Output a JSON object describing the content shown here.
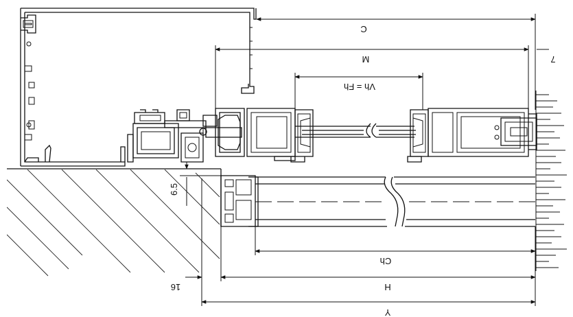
{
  "dimensions": {
    "c": "C",
    "m": "M",
    "vh_fh": "Vh = Fh",
    "seven": "7",
    "six_five": "6.5",
    "ch": "Ch",
    "h": "H",
    "sixteen": "16",
    "y": "Y"
  },
  "colors": {
    "line": "#111111",
    "background": "#ffffff",
    "profile_fill": "#ffffff"
  }
}
